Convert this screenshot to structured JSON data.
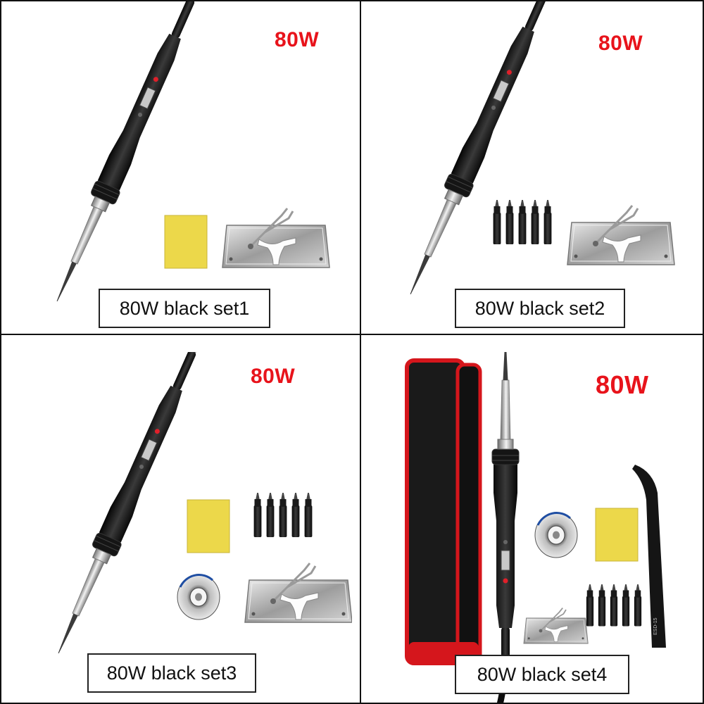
{
  "panels": [
    {
      "power_label": "80W",
      "caption": "80W black set1"
    },
    {
      "power_label": "80W",
      "caption": "80W black set2"
    },
    {
      "power_label": "80W",
      "caption": "80W black set3"
    },
    {
      "power_label": "80W",
      "caption": "80W black set4"
    }
  ],
  "colors": {
    "accent_red": "#e8131b",
    "iron_black": "#1a1a1a",
    "sponge_yellow": "#ecd84a",
    "steel": "#b8b8b8",
    "bag_red": "#d5161c"
  },
  "extra_labels": {
    "tweezers_marking": "ESD-15"
  }
}
